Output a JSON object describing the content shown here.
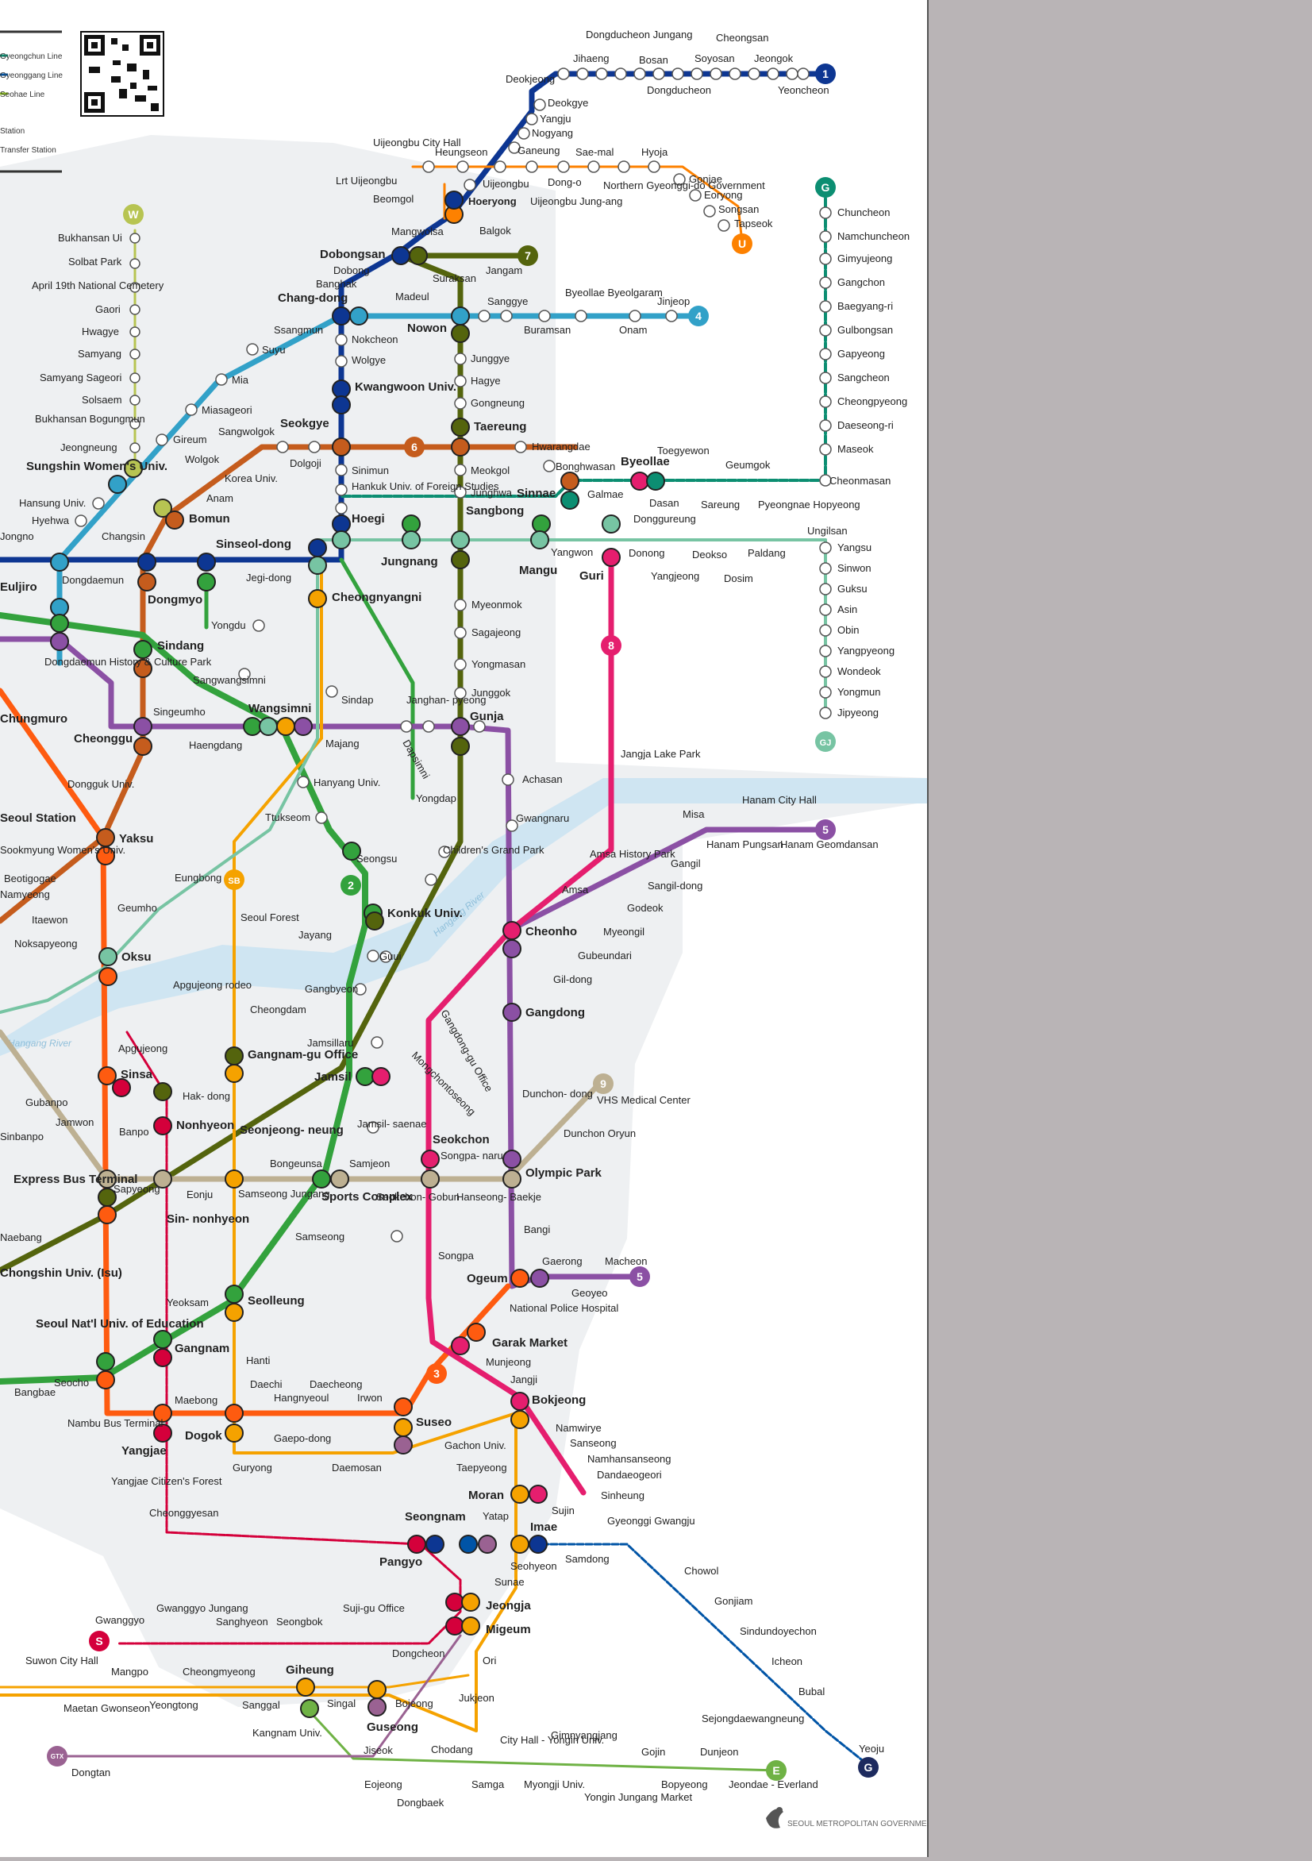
{
  "legend": {
    "items": [
      "Gyeongchun Line",
      "Gyeonggang Line",
      "Seohae Line",
      "Station",
      "Transfer Station"
    ]
  },
  "badges": {
    "line1": "1",
    "line2": "2",
    "line3": "3",
    "line4": "4",
    "line5a": "5",
    "line5b": "5",
    "line6": "6",
    "line7": "7",
    "line8": "8",
    "line9": "9",
    "lineU": "U",
    "lineW": "W",
    "lineG": "G",
    "lineGJ": "GJ",
    "lineSB": "SB",
    "lineS": "S",
    "lineE": "E",
    "lineGG": "G",
    "lineGTX": "GTX"
  },
  "river_labels": [
    "Hangang River",
    "Hangang River"
  ],
  "stations": {
    "dongducheon_jungang": "Dongducheon Jungang",
    "cheongsan": "Cheongsan",
    "jihaeng": "Jihaeng",
    "bosan": "Bosan",
    "soyosan": "Soyosan",
    "jeongok": "Jeongok",
    "deokjeong": "Deokjeong",
    "dongducheon": "Dongducheon",
    "yeoncheon": "Yeoncheon",
    "deokgye": "Deokgye",
    "yangju": "Yangju",
    "nogyang": "Nogyang",
    "uijeongbu_city_hall": "Uijeongbu City Hall",
    "heungseon": "Heungseon",
    "ganeung": "Ganeung",
    "saemal": "Sae-mal",
    "hyoja": "Hyoja",
    "gonjae": "Gonjae",
    "lrt_uijeongbu": "Lrt Uijeongbu",
    "uijeongbu": "Uijeongbu",
    "dongo": "Dong-o",
    "northern_gov": "Northern Gyeonggi-do Government",
    "eoryong": "Eoryong",
    "songsan": "Songsan",
    "tapseok": "Tapseok",
    "beomgol": "Beomgol",
    "hoeryong": "Hoeryong",
    "uijeongbu_jungang": "Uijeongbu Jung-ang",
    "balgok": "Balgok",
    "mangwolsa": "Mangwolsa",
    "bukhansan_ui": "Bukhansan Ui",
    "solbat_park": "Solbat Park",
    "april19": "April 19th National Cemetery",
    "gaori": "Gaori",
    "hwagye": "Hwagye",
    "samyang": "Samyang",
    "samyang_sageori": "Samyang Sageori",
    "solsaem": "Solsaem",
    "bukhansan_bogungmun": "Bukhansan Bogungmun",
    "jeongneung": "Jeongneung",
    "dobongsan": "Dobongsan",
    "dobong": "Dobong",
    "banghak": "Banghak",
    "suraksan": "Suraksan",
    "madeul": "Madeul",
    "jangam": "Jangam",
    "changdong": "Chang-dong",
    "ssangmun": "Ssangmun",
    "nowon": "Nowon",
    "sanggye": "Sanggye",
    "byeollae_byeolgaram": "Byeollae Byeolgaram",
    "jinjeop": "Jinjeop",
    "buramsan": "Buramsan",
    "onam": "Onam",
    "suyu": "Suyu",
    "mia": "Mia",
    "miasageori": "Miasageori",
    "gireum": "Gireum",
    "sungshin": "Sungshin Women's Univ.",
    "hansung": "Hansung Univ.",
    "hyehwa": "Hyehwa",
    "nokcheon": "Nokcheon",
    "wolgye": "Wolgye",
    "kwangwoon": "Kwangwoon Univ.",
    "junggye": "Junggye",
    "hagye": "Hagye",
    "gongneung": "Gongneung",
    "taereung": "Taereung",
    "seokgye": "Seokgye",
    "sangwolgok": "Sangwolgok",
    "dolgoji": "Dolgoji",
    "wolgok": "Wolgok",
    "korea_univ": "Korea Univ.",
    "anam": "Anam",
    "bomun": "Bomun",
    "hwarangdae": "Hwarangdae",
    "bonghwasan": "Bonghwasan",
    "sinimun": "Sinimun",
    "hufs": "Hankuk Univ. of Foreign Studies",
    "hoegi": "Hoegi",
    "meokgol": "Meokgol",
    "junghwa": "Junghwa",
    "sangbong": "Sangbong",
    "sinnae": "Sinnae",
    "changsin": "Changsin",
    "sinseol_dong": "Sinseol-dong",
    "jegi_dong": "Jegi-dong",
    "cheongnyangni": "Cheongnyangni",
    "jungnang": "Jungnang",
    "mangu": "Mangu",
    "yangwon": "Yangwon",
    "guri": "Guri",
    "dongdaemun": "Dongdaemun",
    "dongmyo": "Dongmyo",
    "yongdu": "Yongdu",
    "sindang": "Sindang",
    "sangwangsimni": "Sangwangsimni",
    "wangsimni": "Wangsimni",
    "sindap": "Sindap",
    "dongdaemun_history": "Dongdaemun History & Culture Park",
    "myeonmok": "Myeonmok",
    "sagajeong": "Sagajeong",
    "yongmasan": "Yongmasan",
    "junggok": "Junggok",
    "gunja": "Gunja",
    "janghanpyeong": "Janghan- pyeong",
    "dapsimni": "Dapsimni",
    "chungmuro": "Chungmuro",
    "cheonggu": "Cheonggu",
    "singeumho": "Singeumho",
    "haengdang": "Haengdang",
    "majang": "Majang",
    "hanyang_univ": "Hanyang Univ.",
    "ttukseom": "Ttukseom",
    "yongdap": "Yongdap",
    "dongguk": "Dongguk Univ.",
    "seoul_station": "Seoul Station",
    "yaksu": "Yaksu",
    "sookmyung": "Sookmyung Women's Univ.",
    "beotigogae": "Beotigogae",
    "namyeong": "Namyeong",
    "itaewon": "Itaewon",
    "noksapyeong": "Noksapyeong",
    "seongsu": "Seongsu",
    "childrens_park": "Children's Grand Park",
    "achasan": "Achasan",
    "gwangnaru": "Gwangnaru",
    "jangja_lake": "Jangja Lake Park",
    "amsa_history": "Amsa History Park",
    "amsa": "Amsa",
    "eungbong": "Eungbong",
    "geumho": "Geumho",
    "oksu": "Oksu",
    "seoul_forest": "Seoul Forest",
    "jayang": "Jayang",
    "konkuk": "Konkuk Univ.",
    "guui": "Guui",
    "gangbyeon": "Gangbyeon",
    "cheonho": "Cheonho",
    "gangdong": "Gangdong",
    "myeongil": "Myeongil",
    "gubeundari": "Gubeundari",
    "gildong": "Gil-dong",
    "godeok": "Godeok",
    "sangil_dong": "Sangil-dong",
    "gangil": "Gangil",
    "misa": "Misa",
    "hanam_city_hall": "Hanam City Hall",
    "hanam_pungsan": "Hanam Pungsan",
    "hanam_geomdansan": "Hanam Geomdansan",
    "apgujeong_rodeo": "Apgujeong rodeo",
    "cheongdam": "Cheongdam",
    "apgujeong": "Apgujeong",
    "gangnamgu_office": "Gangnam-gu Office",
    "jamsillaru": "Jamsillaru",
    "jamsil": "Jamsil",
    "gangdong_gu_office": "Gangdong-gu Office",
    "mongchontoseong": "Mongchontoseong",
    "sinsa": "Sinsa",
    "hakdong": "Hak- dong",
    "nonhyeon": "Nonhyeon",
    "seonjeongneung": "Seonjeong- neung",
    "jamsilsaenae": "Jamsil- saenae",
    "seokchon": "Seokchon",
    "songpanaru": "Songpa- naru",
    "express_bus": "Express Bus Terminal",
    "banpo": "Banpo",
    "jamwon": "Jamwon",
    "gubanpo": "Gubanpo",
    "sinbanpo": "Sinbanpo",
    "sapyeong": "Sapyeong",
    "eonju": "Eonju",
    "sinnonhyeon": "Sin- nonhyeon",
    "bongeunsa": "Bongeunsa",
    "samseong_jungang": "Samseong Jungang",
    "samjeon": "Samjeon",
    "sports_complex": "Sports Complex",
    "seokchon_gobun": "Seokchon- Gobun",
    "hanseong_baekje": "Hanseong- Baekje",
    "olympic_park": "Olympic Park",
    "dunchon_dong": "Dunchon- dong",
    "vhs": "VHS Medical Center",
    "dunchon_oryun": "Dunchon Oryun",
    "samseong": "Samseong",
    "songpa": "Songpa",
    "bangi": "Bangi",
    "ogeum": "Ogeum",
    "gaerong": "Gaerong",
    "geoyeo": "Geoyeo",
    "macheon": "Macheon",
    "naebang": "Naebang",
    "chongshin": "Chongshin Univ. (Isu)",
    "yeoksam": "Yeoksam",
    "seolleung": "Seolleung",
    "national_police": "National Police Hospital",
    "garak_market": "Garak Market",
    "seoul_natl_edu": "Seoul Nat'l Univ. of Education",
    "gangnam": "Gangnam",
    "seocho": "Seocho",
    "bangbae": "Bangbae",
    "hanti": "Hanti",
    "munjeong": "Munjeong",
    "jangji": "Jangji",
    "maebong": "Maebong",
    "daechi": "Daechi",
    "hangnyeoul": "Hangnyeoul",
    "daecheong": "Daecheong",
    "irwon": "Irwon",
    "bokjeong": "Bokjeong",
    "nambu_bus": "Nambu Bus Terminal",
    "dogok": "Dogok",
    "suseo": "Suseo",
    "namwirye": "Namwirye",
    "yangjae": "Yangjae",
    "gaepo_dong": "Gaepo-dong",
    "gachon": "Gachon Univ.",
    "sanseong": "Sanseong",
    "yangjae_forest": "Yangjae Citizen's Forest",
    "guryong": "Guryong",
    "daemosan": "Daemosan",
    "taepyeong": "Taepyeong",
    "namhansanseong": "Namhansanseong",
    "dandaeogeori": "Dandaeogeori",
    "yangjae_market": "Yangjae Citizen's Forest",
    "cheonggyesan": "Cheonggyesan",
    "moran": "Moran",
    "sinheung": "Sinheung",
    "sujin": "Sujin",
    "seongnam": "Seongnam",
    "yatap": "Yatap",
    "gyeonggi_gwangju": "Gyeonggi Gwangju",
    "imae": "Imae",
    "pangyo": "Pangyo",
    "samdong": "Samdong",
    "seohyeon": "Seohyeon",
    "sunae": "Sunae",
    "chowol": "Chowol",
    "gonjiam": "Gonjiam",
    "jeongja": "Jeongja",
    "migeum": "Migeum",
    "sindundoyechon": "Sindundoyechon",
    "icheon": "Icheon",
    "bubal": "Bubal",
    "sejongdaewang": "Sejongdaewangneung",
    "yeoju": "Yeoju",
    "gwanggyo": "Gwanggyo",
    "gwanggyo_jungang": "Gwanggyo Jungang",
    "sanghyeon": "Sanghyeon",
    "seongbok": "Seongbok",
    "sujigu": "Suji-gu Office",
    "dongcheon": "Dongcheon",
    "ori": "Ori",
    "suwon_city_hall": "Suwon City Hall",
    "mangpo": "Mangpo",
    "maetan": "Maetan Gwonseon",
    "yeongtong": "Yeongtong",
    "cheongmyeong": "Cheongmyeong",
    "sanggal": "Sanggal",
    "giheung": "Giheung",
    "singal": "Singal",
    "jukjeon": "Jukjeon",
    "bojeong": "Bojeong",
    "guseong": "Guseong",
    "kangnam_univ": "Kangnam Univ.",
    "jiseok": "Jiseok",
    "eojeong": "Eojeong",
    "dongbaek": "Dongbaek",
    "chodang": "Chodang",
    "samga": "Samga",
    "yongin_city_hall": "City Hall - Yongin Univ.",
    "myongji": "Myongji Univ.",
    "gimnyangjang": "Gimnyangjang",
    "yongin_jungang": "Yongin Jungang Market",
    "gojin": "Gojin",
    "bopyeong": "Bopyeong",
    "dunjeon": "Dunjeon",
    "jeondae_everland": "Jeondae - Everland",
    "dongtan": "Dongtan",
    "cheonmasan": "Cheonmasan",
    "byeollae": "Byeollae",
    "toegyewon": "Toegyewon",
    "geumgok": "Geumgok",
    "sareung": "Sareung",
    "pyeongnae": "Pyeongnae Hopyeong",
    "galmae": "Galmae",
    "dasan": "Dasan",
    "donggureung": "Donggureung",
    "donong": "Donong",
    "yangjeong": "Yangjeong",
    "deokso": "Deokso",
    "dosim": "Dosim",
    "paldang": "Paldang",
    "ungilsan": "Ungilsan",
    "yangsu": "Yangsu",
    "sinwon": "Sinwon",
    "guksu": "Guksu",
    "asin": "Asin",
    "obin": "Obin",
    "yangpyeong": "Yangpyeong",
    "wondeok": "Wondeok",
    "yongmun": "Yongmun",
    "jipyeong": "Jipyeong",
    "chuncheon": "Chuncheon",
    "namchuncheon": "Namchuncheon",
    "gimyujeong": "Gimyujeong",
    "gangchon": "Gangchon",
    "baegyang_ri": "Baegyang-ri",
    "gulbongsan": "Gulbongsan",
    "gapyeong": "Gapyeong",
    "sangcheon": "Sangcheon",
    "cheongpyeong": "Cheongpyeong",
    "daeseong_ri": "Daeseong-ri",
    "maseok": "Maseok",
    "euljiro": "Euljiro",
    "jongno": "Jongno"
  },
  "footer": {
    "gov_name": "SEOUL METROPOLITAN GOVERNMENT"
  },
  "colors": {
    "line1": "#0d3692",
    "line2": "#33a23d",
    "line3": "#fe5b10",
    "line4": "#32a1c8",
    "line5": "#8b50a4",
    "line6": "#c55c1d",
    "line7": "#54640d",
    "line8": "#e51e6e",
    "line9": "#bdb092",
    "gyeongui": "#77c4a3",
    "gyeongchun": "#0c8e72",
    "suin": "#f5a200",
    "uijeongbu": "#fd8100",
    "ui": "#b7c452",
    "gyeonggang": "#0054a6",
    "sinbundang": "#d4003b",
    "everline": "#6fb245",
    "gtx": "#9a6292",
    "airport": "#0090d2",
    "river": "#cfe5f2",
    "land": "#eef0f2"
  }
}
